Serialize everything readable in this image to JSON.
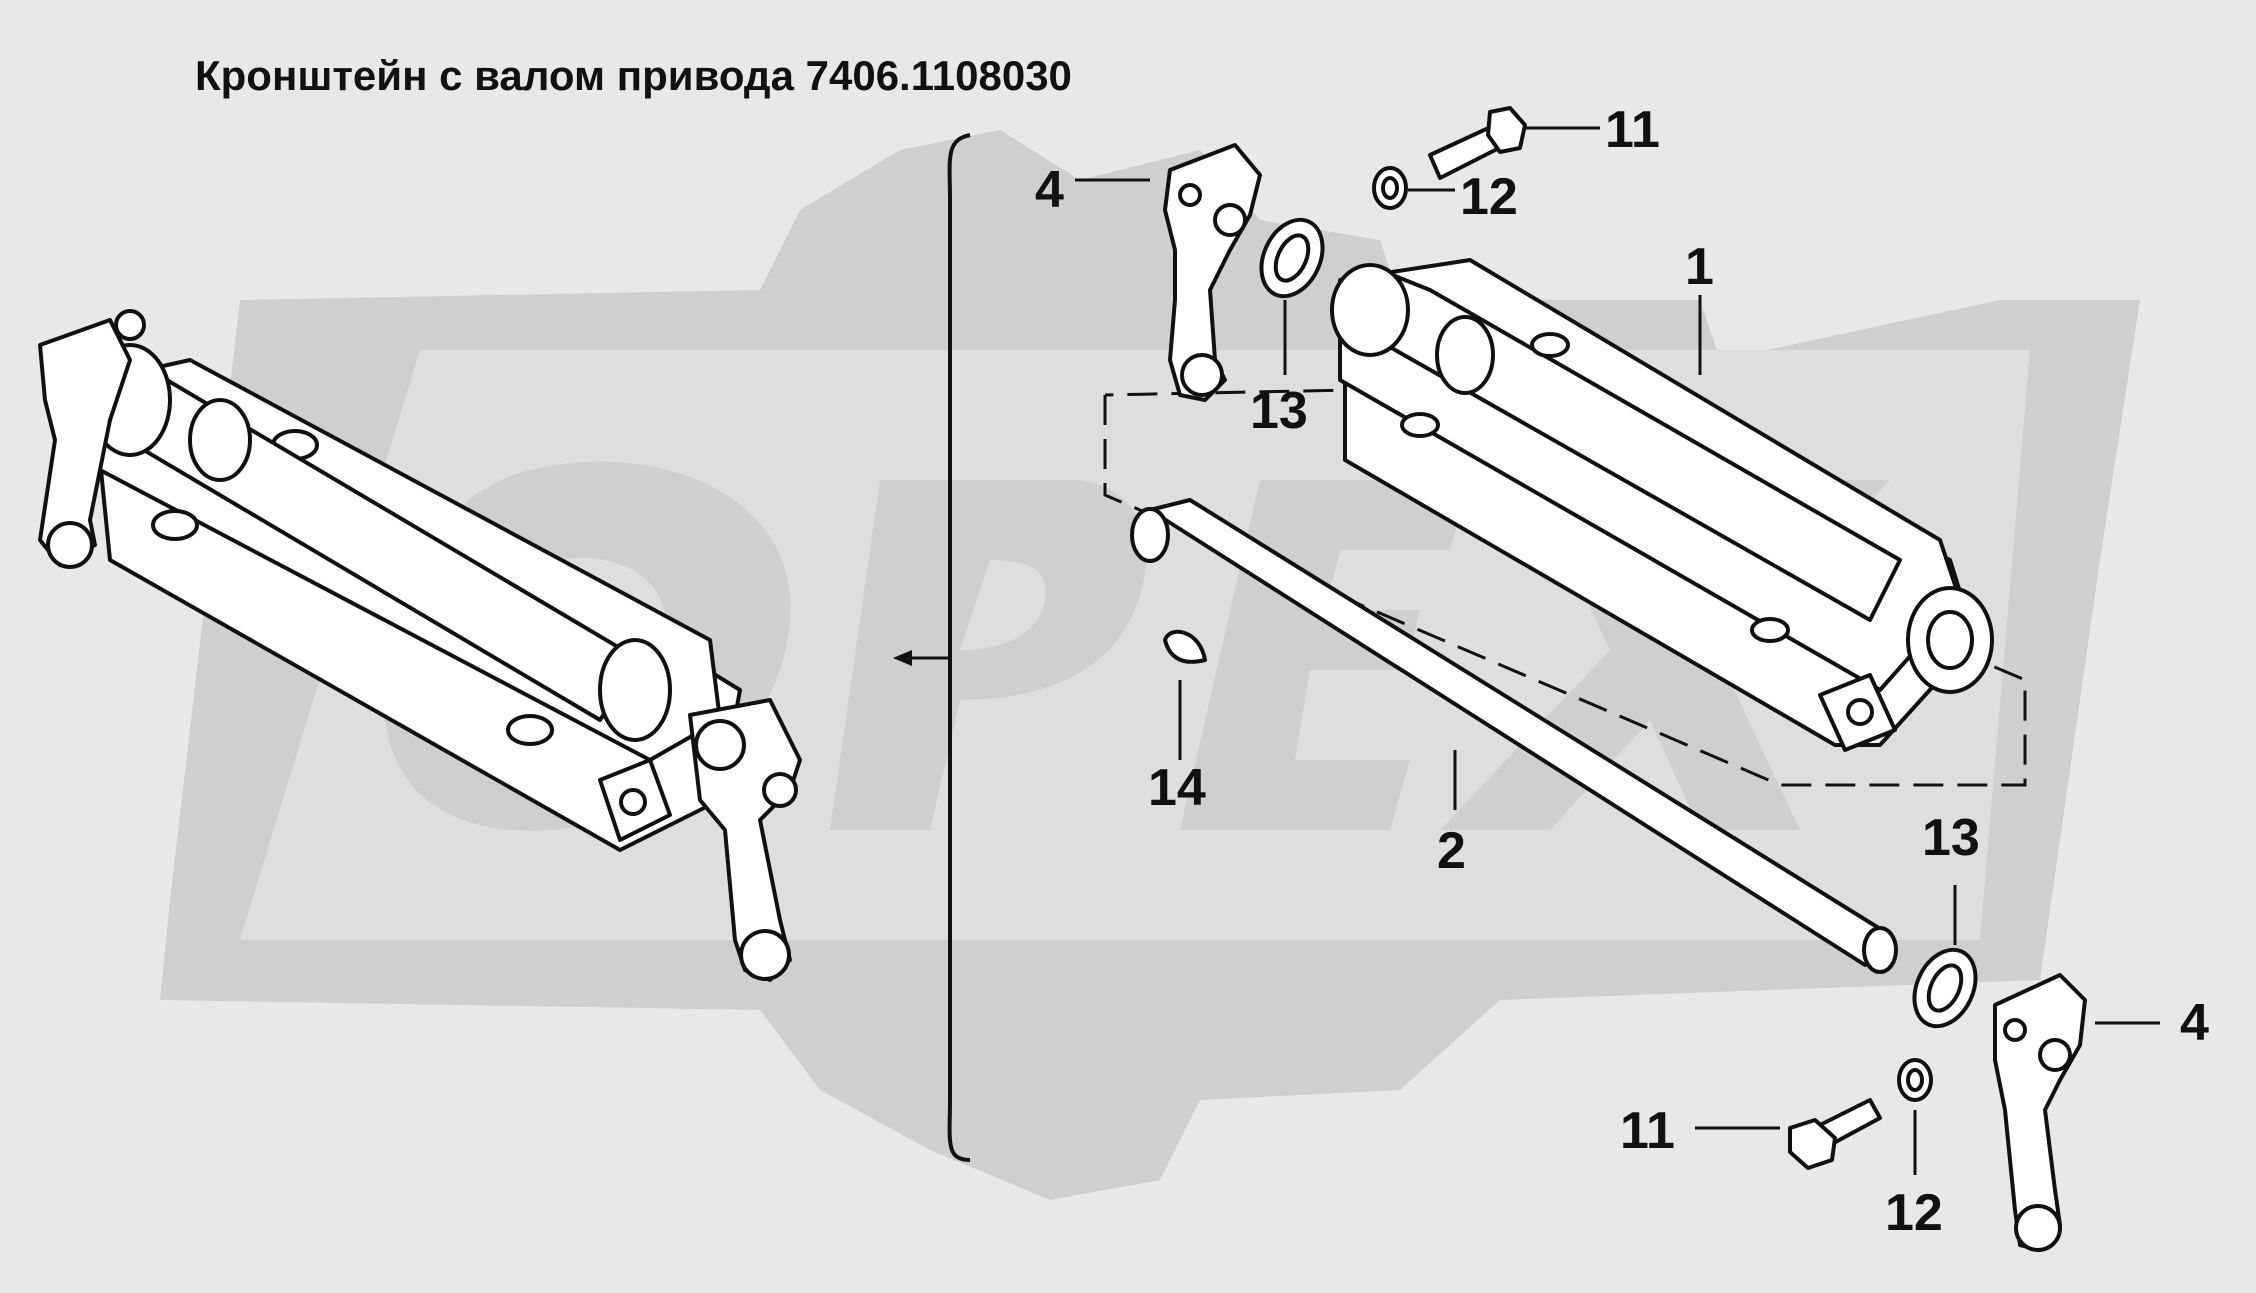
{
  "title": "Кронштейн с валом привода 7406.1108030",
  "callouts": {
    "c11_top": "11",
    "c12_top": "12",
    "c4_top": "4",
    "c13_top": "13",
    "c1": "1",
    "c14": "14",
    "c2": "2",
    "c13_bottom": "13",
    "c4_bottom": "4",
    "c11_bottom": "11",
    "c12_bottom": "12"
  },
  "colors": {
    "background": "#e8e8e8",
    "watermark": "#cfcfcf",
    "line": "#111111",
    "part_fill": "#ffffff"
  },
  "watermark_logo": "gear-logo-with-letters"
}
